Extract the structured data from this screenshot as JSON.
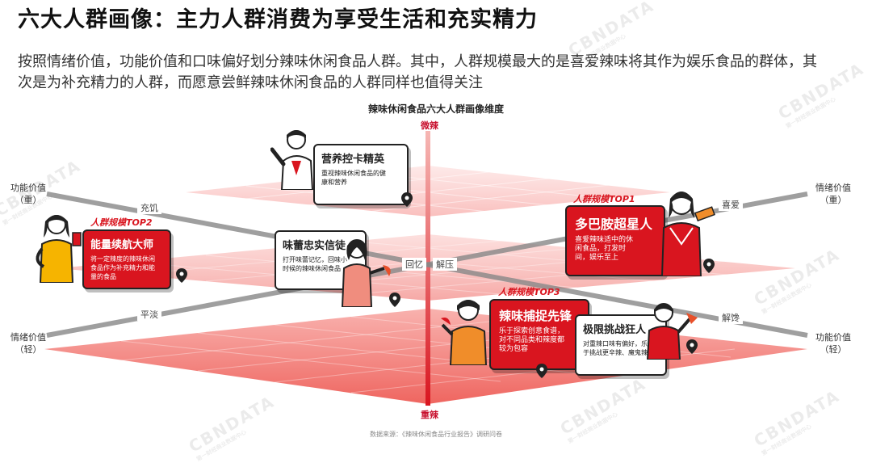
{
  "header": {
    "title": "六大人群画像：主力人群消费为享受生活和充实精力",
    "description": "按照情绪价值，功能价值和口味偏好划分辣味休闲食品人群。其中，人群规模最大的是喜爱辣味将其作为娱乐食品的群体，其次是为补充精力的人群，而愿意尝鲜辣味休闲食品的人群同样也值得关注"
  },
  "watermark": {
    "brand": "CBNDATA",
    "sub": "第一财经商业数据中心"
  },
  "diagram": {
    "title": "辣味休闲食品六大人群画像维度",
    "axis_top": "微辣",
    "axis_bottom": "重辣",
    "corners": {
      "left_top": "功能价值\n（重）",
      "left_bottom": "情绪价值\n（轻）",
      "right_top": "情绪价值\n（重）",
      "right_bottom": "功能价值\n（轻）"
    },
    "axis_labels": {
      "chongji": "充饥",
      "pingdan": "平淡",
      "huiyi": "回忆",
      "jieya": "解压",
      "xiai": "喜爱",
      "jiechan": "解馋"
    },
    "personas": [
      {
        "name": "营养控卡精英",
        "desc": "重视辣味休闲食品的健康和营养",
        "rank": ""
      },
      {
        "name": "能量续航大师",
        "desc": "将一定辣度的辣味休闲食品作为补充精力和能量的食品",
        "rank": "人群规模TOP2"
      },
      {
        "name": "味蕾忠实信徒",
        "desc": "打开味蕾记忆，回味小时候的辣味休闲食品",
        "rank": ""
      },
      {
        "name": "多巴胺超星人",
        "desc": "喜爱辣味适中的休闲食品，打发时间，娱乐至上",
        "rank": "人群规模TOP1"
      },
      {
        "name": "辣味捕捉先锋",
        "desc": "乐于探索创意食谱，对不同品类和辣度都较为包容",
        "rank": "人群规模TOP3"
      },
      {
        "name": "极限挑战狂人",
        "desc": "对重辣口味有偏好，乐于挑战更辛辣、魔鬼辣",
        "rank": ""
      }
    ]
  },
  "footer": {
    "source": "数据来源：《辣味休闲食品行业报告》调研问卷"
  }
}
